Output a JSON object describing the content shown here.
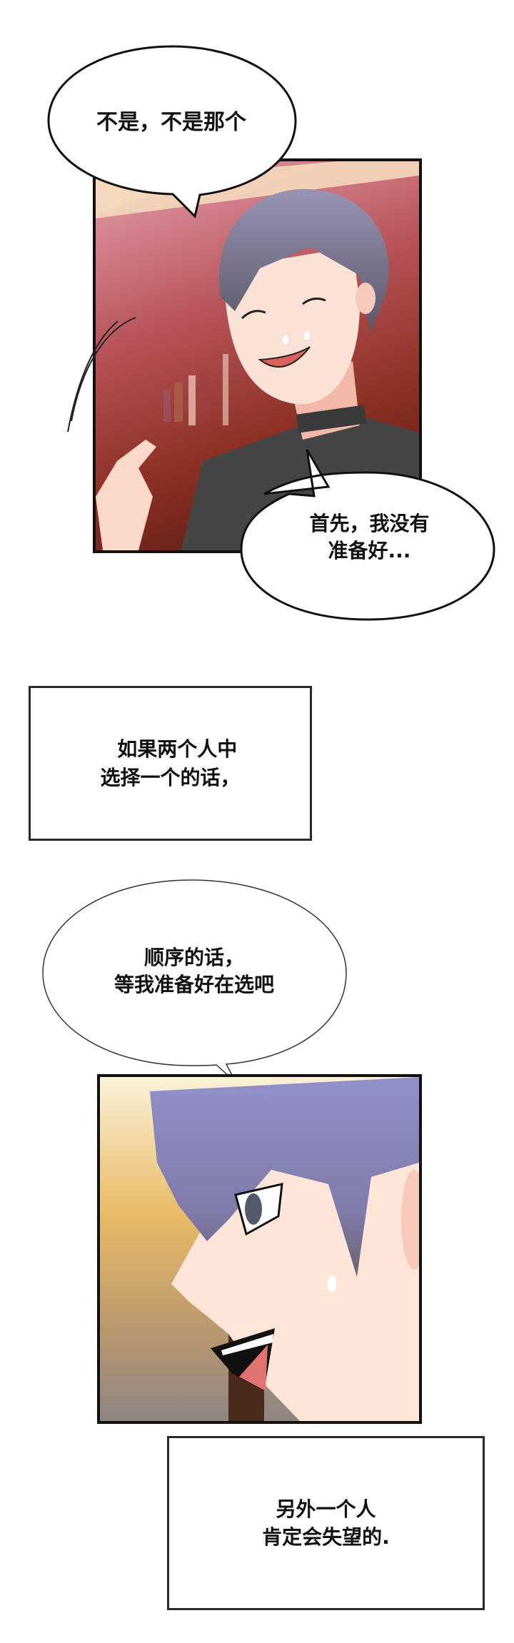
{
  "comic": {
    "panels": [
      {
        "id": "panel-1",
        "description": "Smiling purple-haired man with closed eyes and sweat drops, raising a hand, warm red bar background",
        "colors": {
          "bg_top": "#f5dcc0",
          "bg_mid": "#d07a86",
          "bg_bottom": "#8a2a1e",
          "hair": "#8c88a8",
          "skin": "#fbe1d4",
          "shirt": "#444444"
        }
      },
      {
        "id": "panel-2",
        "description": "Close-up side profile of the purple-haired man grinning with a sweat drop, golden gradient background",
        "colors": {
          "bg_top": "#fbefd4",
          "bg_mid": "#e6b964",
          "bg_bottom": "#9a8a80",
          "hair": "#8e8cc6",
          "skin": "#fde6d8"
        }
      }
    ],
    "bubbles": [
      {
        "id": "bubble-1",
        "lines": "不是，不是那个"
      },
      {
        "id": "bubble-2",
        "lines": "首先，我没有\n准备好..."
      },
      {
        "id": "bubble-3",
        "lines": "顺序的话，\n等我准备好在选吧"
      }
    ],
    "captions": [
      {
        "id": "caption-1",
        "lines": "  如果两个人中\n选择一个的话，"
      },
      {
        "id": "caption-2",
        "lines": "另外一个人\n肯定会失望的."
      }
    ]
  }
}
